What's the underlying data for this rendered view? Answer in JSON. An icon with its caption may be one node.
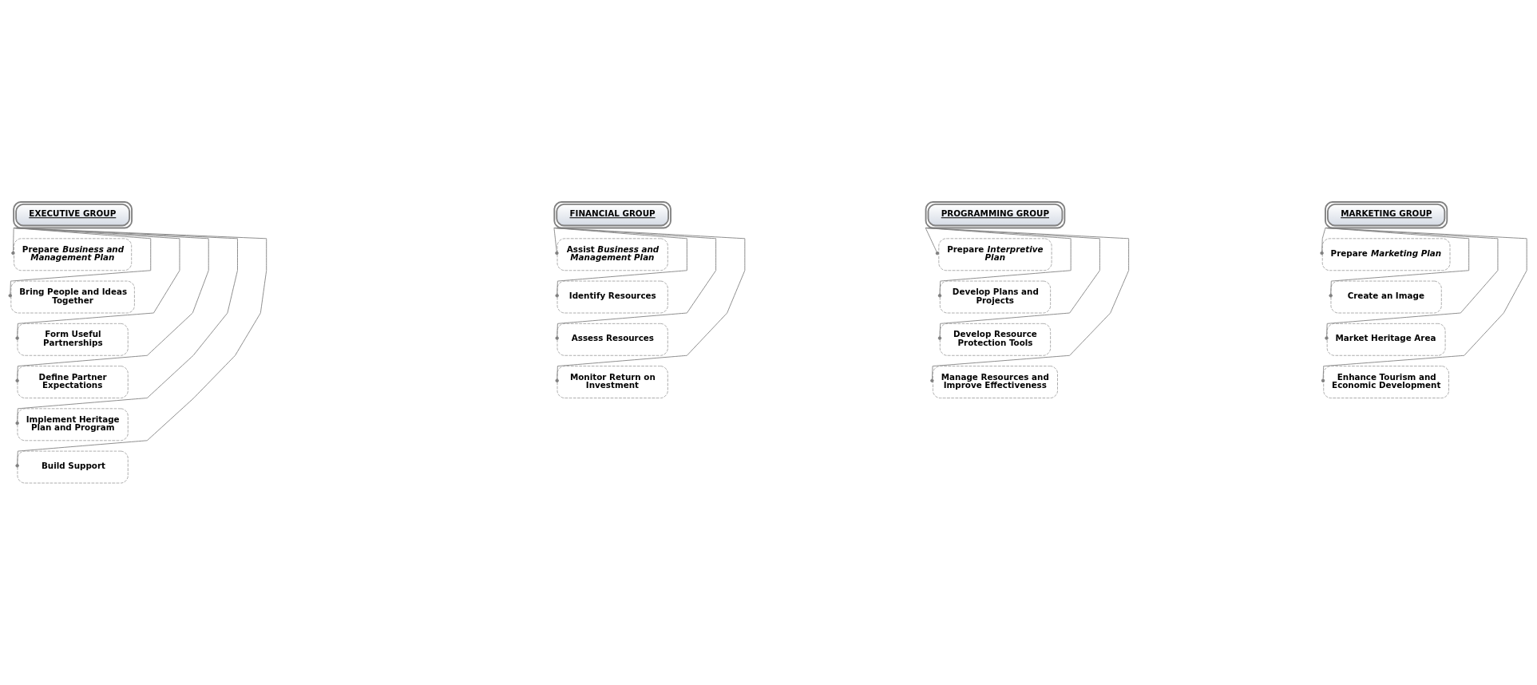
{
  "diagram": {
    "nodes": [
      {
        "text": [
          "EXECUTIVE GROUP"
        ]
      },
      {
        "text": [
          "Prepare *Business and Management Plan*"
        ]
      },
      {
        "text": [
          "Bring People and Ideas Together"
        ]
      },
      {
        "text": [
          "Form Useful Partnerships"
        ]
      },
      {
        "text": [
          "Define Partner Expectations"
        ]
      },
      {
        "text": [
          "Implement Heritage Plan and Program"
        ]
      },
      {
        "text": [
          "Build Support"
        ]
      },
      {
        "text": [
          "FINANCIAL GROUP"
        ]
      },
      {
        "text": [
          "Assist *Business and Management Plan*"
        ]
      },
      {
        "text": [
          "Identify Resources"
        ]
      },
      {
        "text": [
          "Assess Resources"
        ]
      },
      {
        "text": [
          "Monitor Return on Investment"
        ]
      },
      {
        "text": [
          "PROGRAMMING GROUP"
        ]
      },
      {
        "text": [
          "Prepare *Interpretive Plan*"
        ]
      },
      {
        "text": [
          "Develop Plans and Projects"
        ]
      },
      {
        "text": [
          "Develop Resource Protection Tools"
        ]
      },
      {
        "text": [
          "Manage Resources and Improve Effectiveness"
        ]
      },
      {
        "text": [
          "MARKETING GROUP"
        ]
      },
      {
        "text": [
          "Prepare *Marketing Plan*"
        ]
      },
      {
        "text": [
          "Create an Image"
        ]
      },
      {
        "text": [
          "Market Heritage Area"
        ]
      },
      {
        "text": [
          "Enhance Tourism and Economic Development"
        ]
      }
    ],
    "edges": [
      {
        "from": 0,
        "to": 1,
        "arrow": "other"
      },
      {
        "from": 0,
        "to": 2,
        "arrow": "other"
      },
      {
        "from": 0,
        "to": 3,
        "arrow": "other"
      },
      {
        "from": 0,
        "to": 4,
        "arrow": "other"
      },
      {
        "from": 0,
        "to": 5,
        "arrow": "other"
      },
      {
        "from": 0,
        "to": 6,
        "arrow": "other"
      },
      {
        "from": 7,
        "to": 8,
        "arrow": "other"
      },
      {
        "from": 7,
        "to": 9,
        "arrow": "other"
      },
      {
        "from": 7,
        "to": 10,
        "arrow": "other"
      },
      {
        "from": 7,
        "to": 11,
        "arrow": "other"
      },
      {
        "from": 12,
        "to": 13,
        "arrow": "other"
      },
      {
        "from": 12,
        "to": 14,
        "arrow": "other"
      },
      {
        "from": 12,
        "to": 15,
        "arrow": "other"
      },
      {
        "from": 12,
        "to": 16,
        "arrow": "other"
      },
      {
        "from": 17,
        "to": 18,
        "arrow": "other"
      },
      {
        "from": 17,
        "to": 19,
        "arrow": "other"
      },
      {
        "from": 17,
        "to": 20,
        "arrow": "other"
      },
      {
        "from": 17,
        "to": 21,
        "arrow": "other"
      }
    ]
  }
}
